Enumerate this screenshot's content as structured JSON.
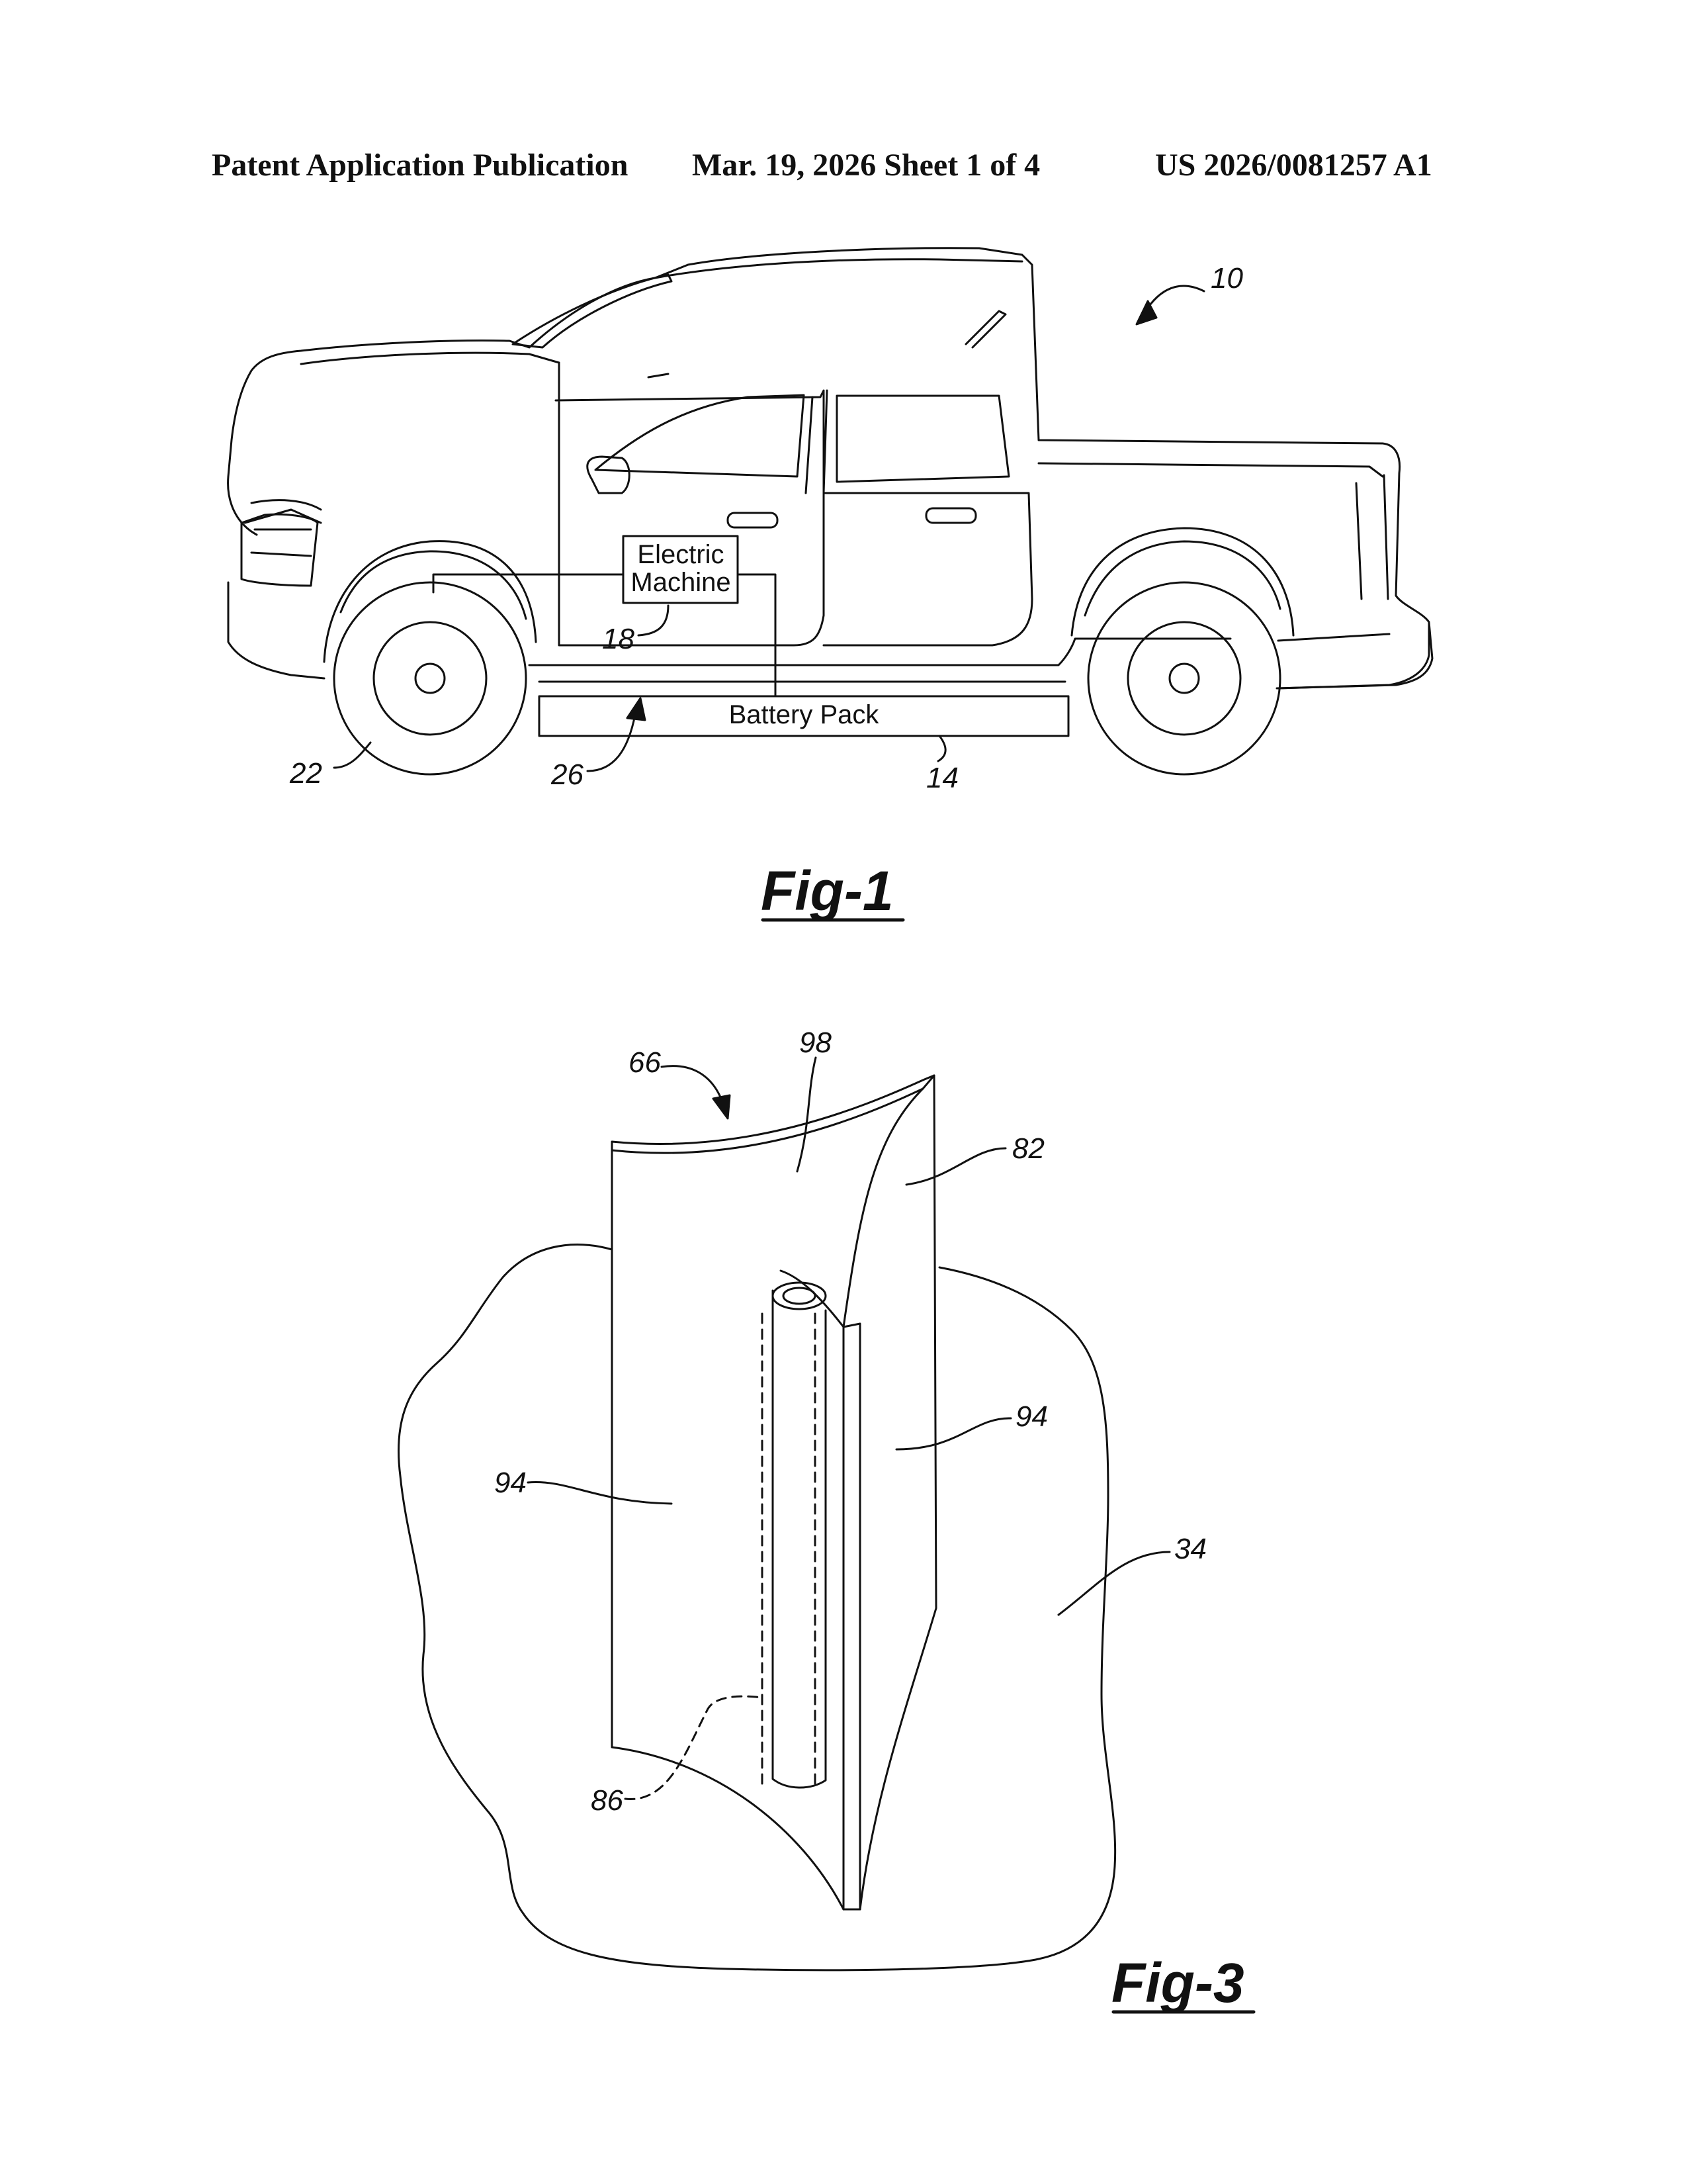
{
  "header": {
    "publication_type": "Patent Application Publication",
    "date_sheet": "Mar. 19, 2026  Sheet 1 of 4",
    "publication_number": "US 2026/0081257 A1"
  },
  "figure1": {
    "label": "Fig-1",
    "boxes": {
      "electric_machine_line1": "Electric",
      "electric_machine_line2": "Machine",
      "battery_pack": "Battery Pack"
    },
    "refs": {
      "vehicle": "10",
      "battery_pack": "14",
      "electric_machine": "18",
      "wheels": "22",
      "powertrain": "26"
    }
  },
  "figure3": {
    "label": "Fig-3",
    "refs": {
      "assembly": "66",
      "top_edge": "98",
      "panel": "82",
      "face_left": "94",
      "face_right": "94",
      "substrate": "34",
      "channel": "86"
    }
  }
}
